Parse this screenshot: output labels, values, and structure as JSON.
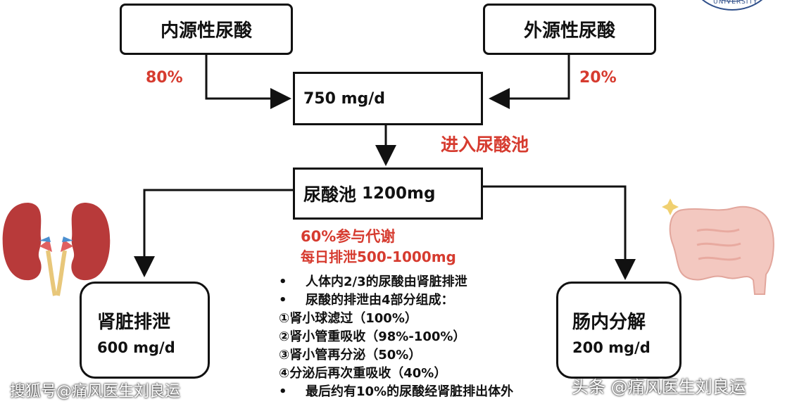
{
  "boxes": {
    "endogenous": "内源性尿酸",
    "exogenous": "外源性尿酸",
    "daily": "750 mg/d",
    "pool_title": "尿酸池",
    "pool_amount": "1200mg",
    "kidney_title": "肾脏排泄",
    "kidney_amount": "600 mg/d",
    "gut_title": "肠内分解",
    "gut_amount": "200 mg/d"
  },
  "labels": {
    "endo_pct": "80%",
    "exo_pct": "20%",
    "enter_pool": "进入尿酸池",
    "metabolism": "60%参与代谢",
    "daily_excretion": "每日排泄500-1000mg"
  },
  "bullets": [
    {
      "marker": "•",
      "text": "人体内2/3的尿酸由肾脏排泄"
    },
    {
      "marker": "•",
      "text": "尿酸的排泄由4部分组成："
    },
    {
      "marker": "",
      "text": "①肾小球滤过（100%）"
    },
    {
      "marker": "",
      "text": "②肾小管重吸收（98%-100%）"
    },
    {
      "marker": "",
      "text": "③肾小管再分泌（50%）"
    },
    {
      "marker": "",
      "text": "④分泌后再次重吸收（40%）"
    },
    {
      "marker": "•",
      "text": "最后约有10%的尿酸经肾脏排出体外"
    }
  ],
  "watermarks": {
    "left": "搜狐号@痛风医生刘良运",
    "right": "头条 @痛风医生刘良运"
  },
  "logo_text": "UNIVERSITY",
  "colors": {
    "accent_red": "#d63b2f",
    "line": "#111111"
  }
}
